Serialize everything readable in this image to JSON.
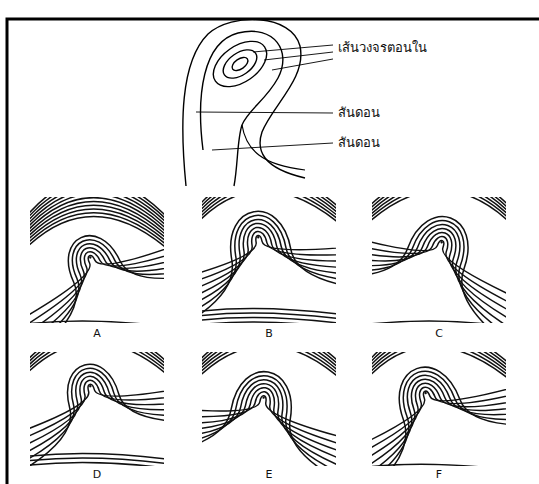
{
  "diagram": {
    "labels": [
      "เส้นวงจรตอนใน",
      "สันดอน",
      "สันดอน",
      "A",
      "B",
      "C",
      "D",
      "E",
      "F"
    ]
  }
}
